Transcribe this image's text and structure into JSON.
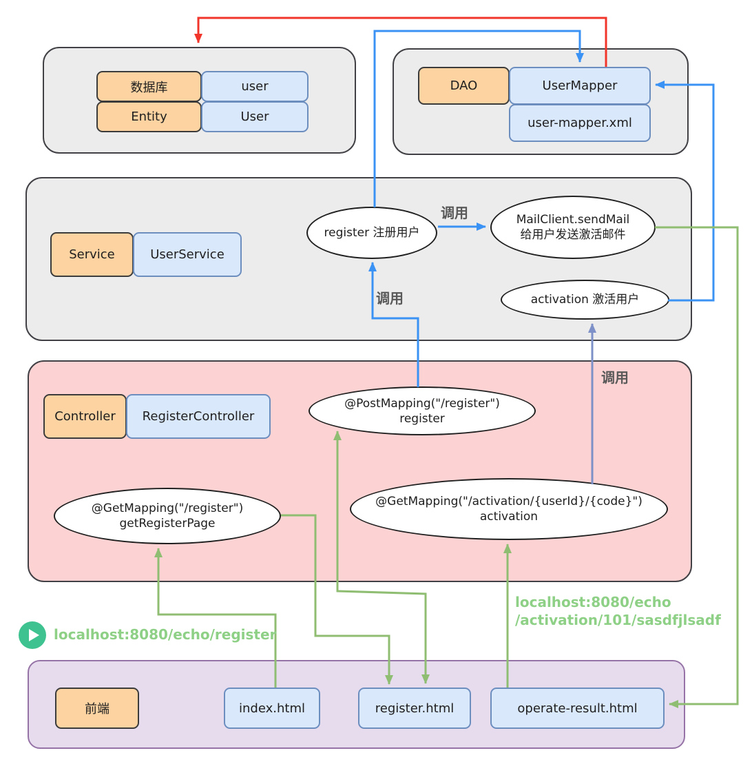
{
  "colors": {
    "blue_arrow": "#3a92f5",
    "slate_arrow": "#7d90c7",
    "red_arrow": "#f2352b",
    "green_arrow": "#8fbe73",
    "url_text_green": "#8ed086",
    "play_button_green": "#3ec28f"
  },
  "db_layer": {
    "db_label": "数据库",
    "db_table": "user",
    "entity_label": "Entity",
    "entity_class": "User"
  },
  "dao_layer": {
    "dao_label": "DAO",
    "mapper_class": "UserMapper",
    "mapper_file": "user-mapper.xml"
  },
  "service_layer": {
    "service_label": "Service",
    "service_class": "UserService",
    "register_method": "register 注册用户",
    "mail_method_line1": "MailClient.sendMail",
    "mail_method_line2": "给用户发送激活邮件",
    "activation_method": "activation 激活用户"
  },
  "controller_layer": {
    "controller_label": "Controller",
    "controller_class": "RegisterController",
    "post_register_line1": "@PostMapping(\"/register\")",
    "post_register_line2": "register",
    "get_register_line1": "@GetMapping(\"/register\")",
    "get_register_line2": "getRegisterPage",
    "get_activation_line1": "@GetMapping(\"/activation/{userId}/{code}\")",
    "get_activation_line2": "activation"
  },
  "frontend_layer": {
    "frontend_label": "前端",
    "index_page": "index.html",
    "register_page": "register.html",
    "result_page": "operate-result.html"
  },
  "annotations": {
    "call_mail": "调用",
    "call_register": "调用",
    "call_activation": "调用",
    "url_register": "localhost:8080/echo/register",
    "url_activation_line1": "localhost:8080/echo",
    "url_activation_line2": "/activation/101/sasdfjlsadf"
  }
}
